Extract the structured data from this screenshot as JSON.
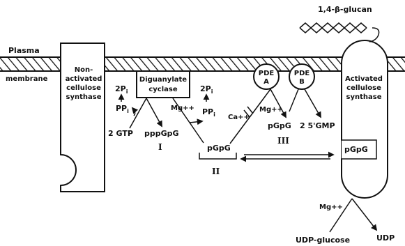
{
  "membrane": {
    "label_plasma": "Plasma",
    "label_membrane": "membrane"
  },
  "product": {
    "label": "1,4-β-glucan"
  },
  "enzymes": {
    "non_activated": [
      "Non-",
      "activated",
      "cellulose",
      "synthase"
    ],
    "activated": [
      "Activated",
      "cellulose",
      "synthase"
    ],
    "dgc": [
      "Diguanylate",
      "cyclase"
    ],
    "pde_a": [
      "PDE",
      "A"
    ],
    "pde_b": [
      "PDE",
      "B"
    ]
  },
  "cofactors": {
    "mg_dgc": "Mg++",
    "mg_pde": "Mg++",
    "mg_bottom": "Mg++",
    "ca": "Ca++"
  },
  "metabolites": {
    "two_pi_left": "2P",
    "two_pi_left_sub": "i",
    "ppi_left": "PP",
    "ppi_left_sub": "i",
    "two_pi_right": "2P",
    "two_pi_right_sub": "i",
    "ppi_right": "PP",
    "ppi_right_sub": "i",
    "two_gtp": "2 GTP",
    "pppgpg": "pppGpG",
    "pgpg_free": "pGpG",
    "pgpg_a": "pGpG",
    "five_gmp": "2 5'GMP",
    "cdigmp_bound": "pGpG",
    "udp_glucose": "UDP-glucose",
    "udp": "UDP"
  },
  "roman": {
    "one": "I",
    "two": "II",
    "three": "III"
  },
  "colors": {
    "ink": "#111111",
    "background": "#ffffff"
  }
}
